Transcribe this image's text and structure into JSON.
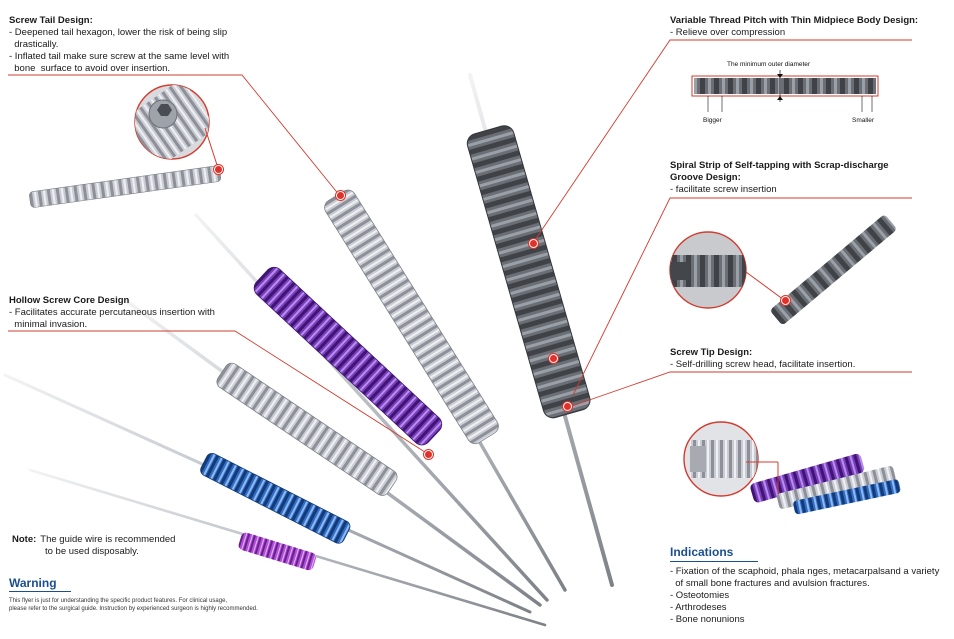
{
  "tail": {
    "heading": "Screw Tail Design:",
    "lines": [
      "- Deepened tail hexagon, lower the risk of being slip",
      "  drastically.",
      "- Inflated tail make sure screw at the same level with",
      "  bone  surface to avoid over insertion."
    ]
  },
  "hollow": {
    "heading": "Hollow Screw Core Design",
    "lines": [
      "- Facilitates accurate percutaneous insertion with",
      "  minimal invasion."
    ]
  },
  "pitch": {
    "heading": "Variable Thread Pitch with Thin Midpiece Body Design:",
    "lines": [
      "- Relieve over compression"
    ],
    "diagram": {
      "top_label": "The minimum outer diameter",
      "left_label": "Bigger",
      "right_label": "Smaller"
    }
  },
  "spiral": {
    "heading_1": "Spiral Strip of Self-tapping with Scrap-discharge",
    "heading_2": "Groove Design:",
    "lines": [
      "- facilitate screw insertion"
    ]
  },
  "tip": {
    "heading": "Screw Tip Design:",
    "lines": [
      "- Self-drilling screw head, facilitate insertion."
    ]
  },
  "note": {
    "label": "Note:",
    "line_1": "The guide wire is recommended",
    "line_2": "to be used disposably."
  },
  "warning": {
    "title": "Warning",
    "line_1": "This flyer is just for understanding the specific product features. For clinical usage,",
    "line_2": "please refer to the surgical guide. Instruction by experienced surgeon is highly recommended."
  },
  "indications": {
    "title": "Indications",
    "items": [
      "- Fixation of the scaphoid, phala nges, metacarpalsand a variety",
      "  of small bone fractures and avulsion fractures.",
      "- Osteotomies",
      "- Arthrodeses",
      "- Bone nonunions"
    ]
  },
  "colors": {
    "accent_red": "#d23b2e",
    "heading_blue": "#1c4f8f",
    "purple": "#6a2fa8",
    "blue": "#2a63b8",
    "magenta": "#a23cc8",
    "silver": "#b8bcc4",
    "dark_grey": "#5a5e64"
  }
}
